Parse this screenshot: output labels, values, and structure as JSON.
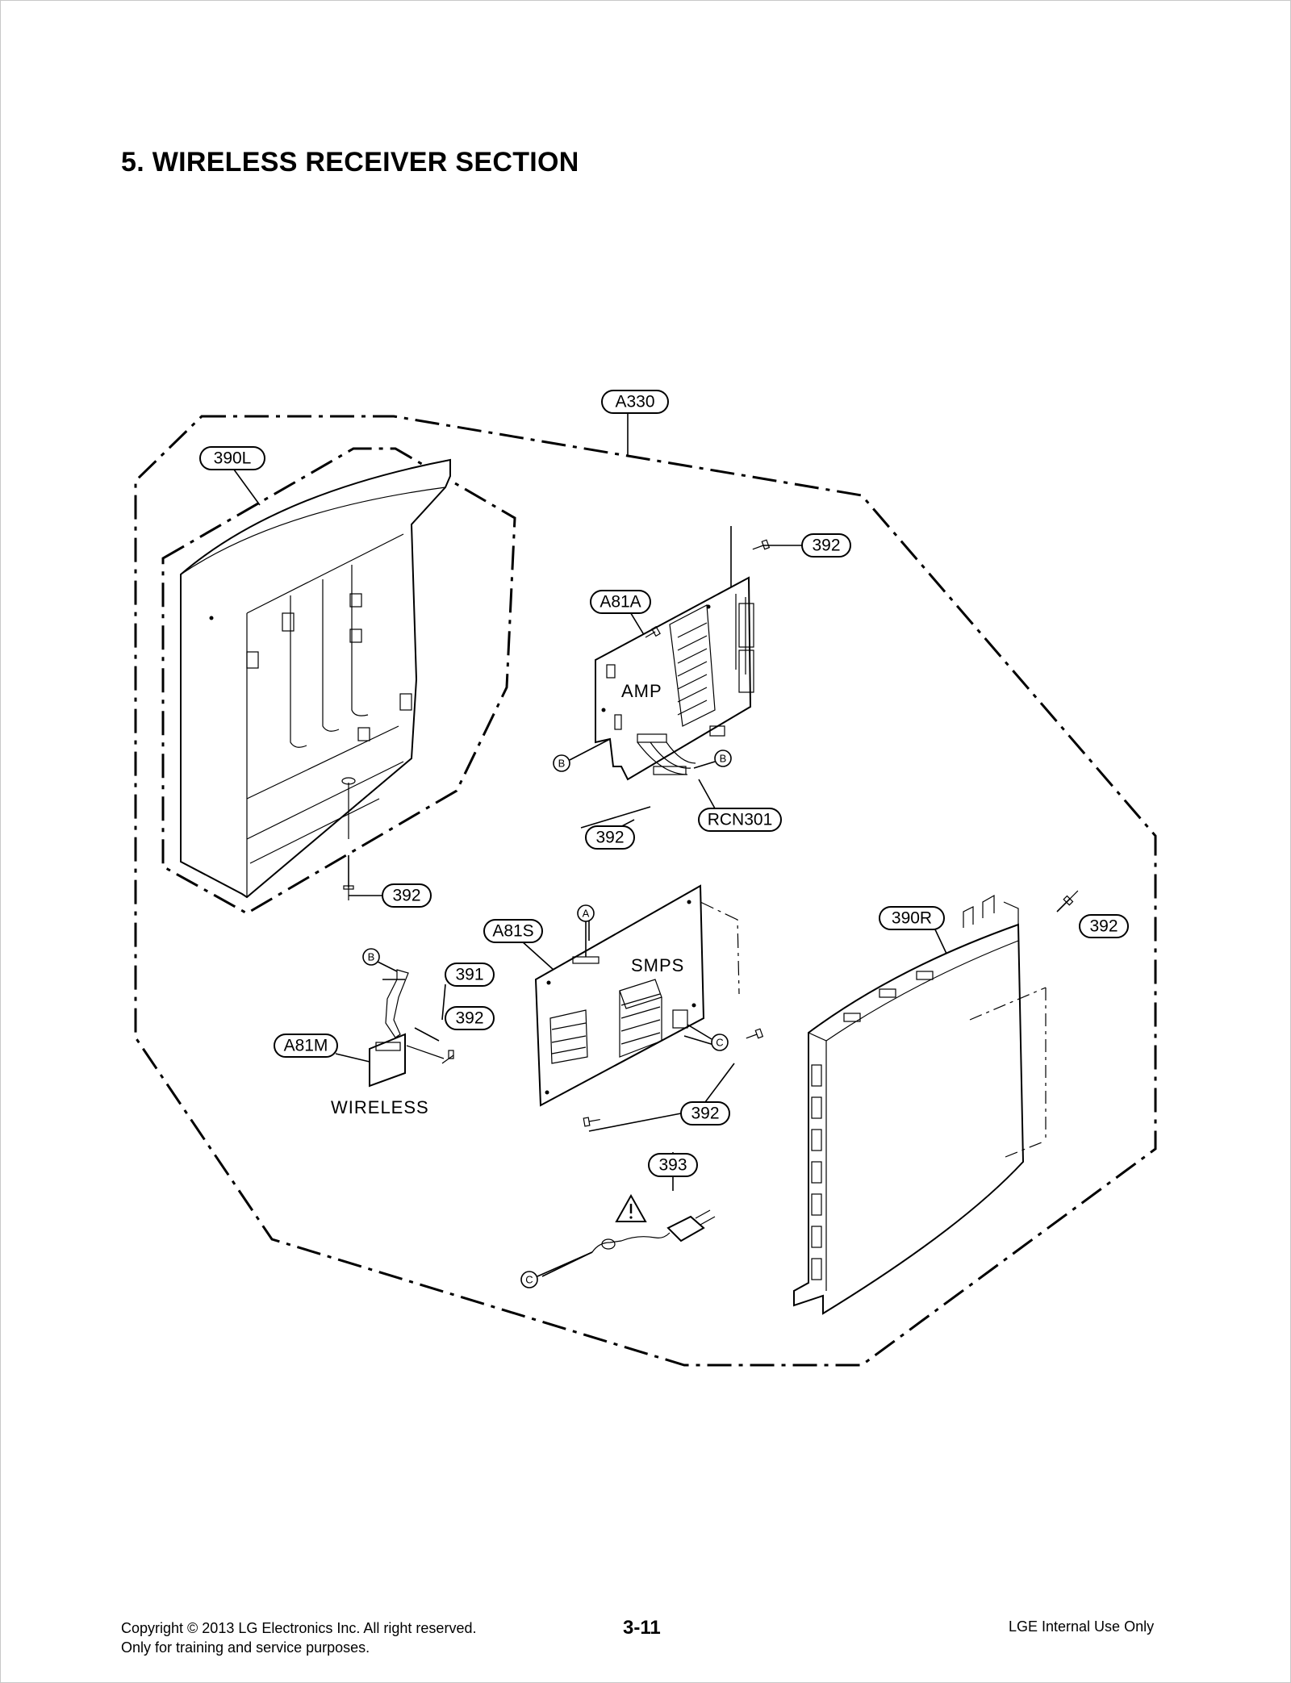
{
  "page": {
    "title": "5. WIRELESS RECEIVER SECTION",
    "footer": {
      "copyright": "Copyright © 2013 LG Electronics Inc. All right reserved.",
      "purpose": "Only for training and service purposes.",
      "page_number": "3-11",
      "notice": "LGE Internal Use Only"
    }
  },
  "diagram": {
    "callouts": {
      "a330": "A330",
      "c390l": "390L",
      "c392_top": "392",
      "a81a": "A81A",
      "c392_amp": "392",
      "rcn301": "RCN301",
      "c392_left": "392",
      "a81s": "A81S",
      "c390r": "390R",
      "c392_right": "392",
      "c391": "391",
      "c392_wl": "392",
      "a81m": "A81M",
      "c392_smps": "392",
      "c393": "393"
    },
    "refs": {
      "b_amp_left": "B",
      "b_amp_right": "B",
      "a_smps": "A",
      "c_smps": "C",
      "b_wireless": "B",
      "c_power": "C"
    },
    "board_labels": {
      "amp": "AMP",
      "smps": "SMPS",
      "wireless": "WIRELESS"
    },
    "warning_icon": "warning-triangle-icon"
  }
}
